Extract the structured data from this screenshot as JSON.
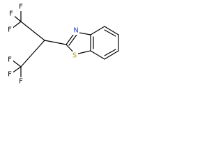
{
  "molecule": {
    "atoms": {
      "f1": {
        "symbol": "F",
        "color": "#000000"
      },
      "f2": {
        "symbol": "F",
        "color": "#000000"
      },
      "f3": {
        "symbol": "F",
        "color": "#000000"
      },
      "f4": {
        "symbol": "F",
        "color": "#000000"
      },
      "f5": {
        "symbol": "F",
        "color": "#000000"
      },
      "f6": {
        "symbol": "F",
        "color": "#000000"
      },
      "nitrogen": {
        "symbol": "N",
        "color": "#1f3fbf"
      },
      "sulfur": {
        "symbol": "S",
        "color": "#b8a000"
      }
    },
    "bond_color": "#000000"
  }
}
